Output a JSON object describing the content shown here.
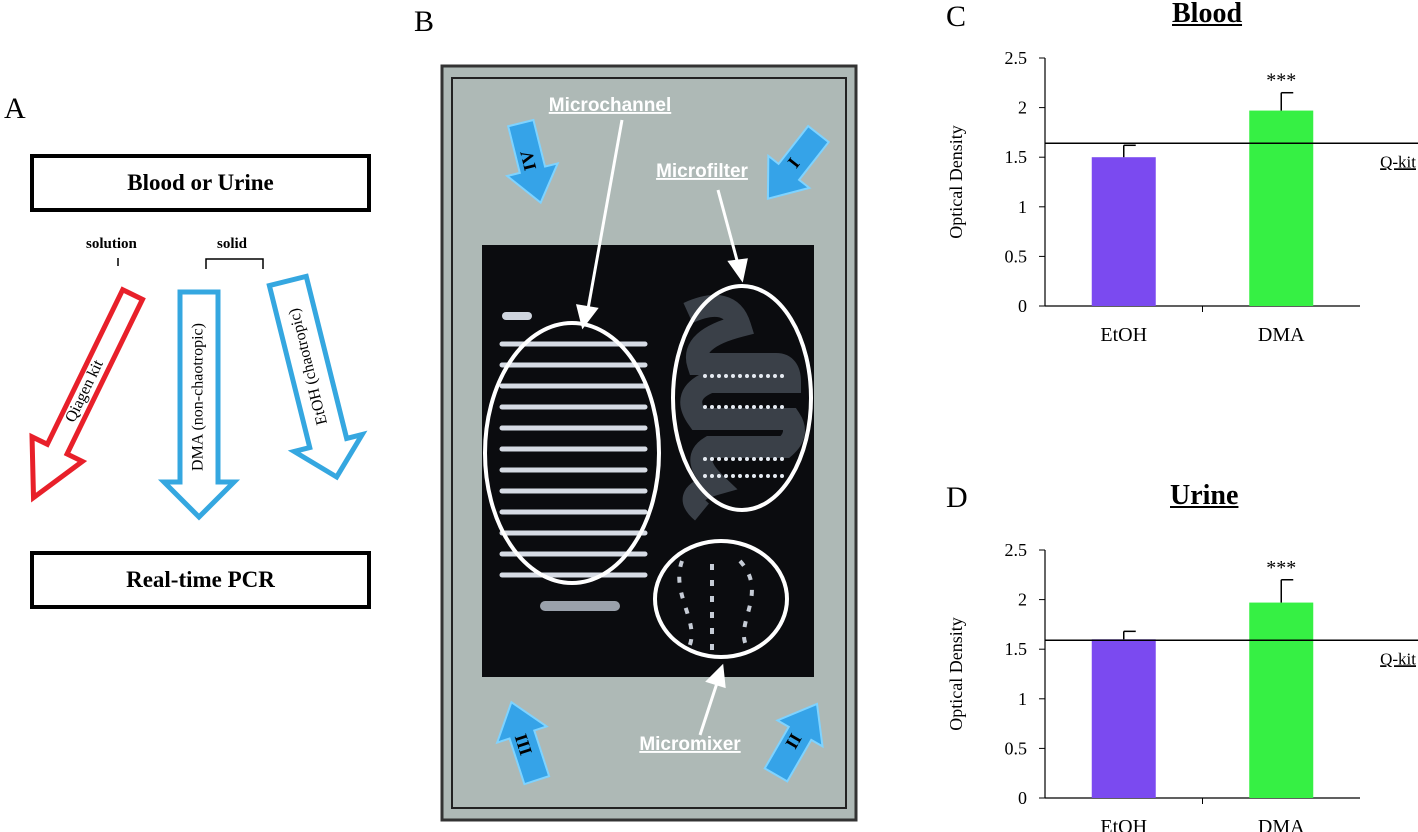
{
  "panels": {
    "a": "A",
    "b": "B",
    "c": "C",
    "d": "D"
  },
  "flow": {
    "top_box": "Blood or Urine",
    "bottom_box": "Real-time PCR",
    "solution_label": "solution",
    "solid_label": "solid",
    "arrows": [
      {
        "label": "Qiagen kit",
        "color": "#e8202a"
      },
      {
        "label": "DMA (non-chaotropic)",
        "color": "#35a7e0"
      },
      {
        "label": "EtOH (chaotropic)",
        "color": "#35a7e0"
      }
    ]
  },
  "device": {
    "labels": {
      "microchannel": "Microchannel",
      "microfilter": "Microfilter",
      "micromixer": "Micromixer"
    },
    "ports": [
      "I",
      "II",
      "III",
      "IV"
    ],
    "colors": {
      "background": "#aeb9b6",
      "arrow": "#35a3e8",
      "chip": "#0b0c0f"
    }
  },
  "chart_data": [
    {
      "type": "bar",
      "title": "Blood",
      "ylabel": "Optical Density",
      "categories": [
        "EtOH",
        "DMA"
      ],
      "values": [
        1.5,
        1.97
      ],
      "errors": [
        0.12,
        0.18
      ],
      "colors": [
        "#7b4af0",
        "#36f044"
      ],
      "significance": [
        "",
        "***"
      ],
      "reference_line": {
        "label": "Q-kit",
        "value": 1.64
      },
      "yticks": [
        "0",
        "0.5",
        "1",
        "1.5",
        "2",
        "2.5"
      ],
      "ylim": [
        0,
        2.5
      ]
    },
    {
      "type": "bar",
      "title": "Urine",
      "ylabel": "Optical Density",
      "categories": [
        "EtOH",
        "DMA"
      ],
      "values": [
        1.6,
        1.97
      ],
      "errors": [
        0.08,
        0.23
      ],
      "colors": [
        "#7b4af0",
        "#36f044"
      ],
      "significance": [
        "",
        "***"
      ],
      "reference_line": {
        "label": "Q-kit",
        "value": 1.59
      },
      "yticks": [
        "0",
        "0.5",
        "1",
        "1.5",
        "2",
        "2.5"
      ],
      "ylim": [
        0,
        2.5
      ]
    }
  ]
}
